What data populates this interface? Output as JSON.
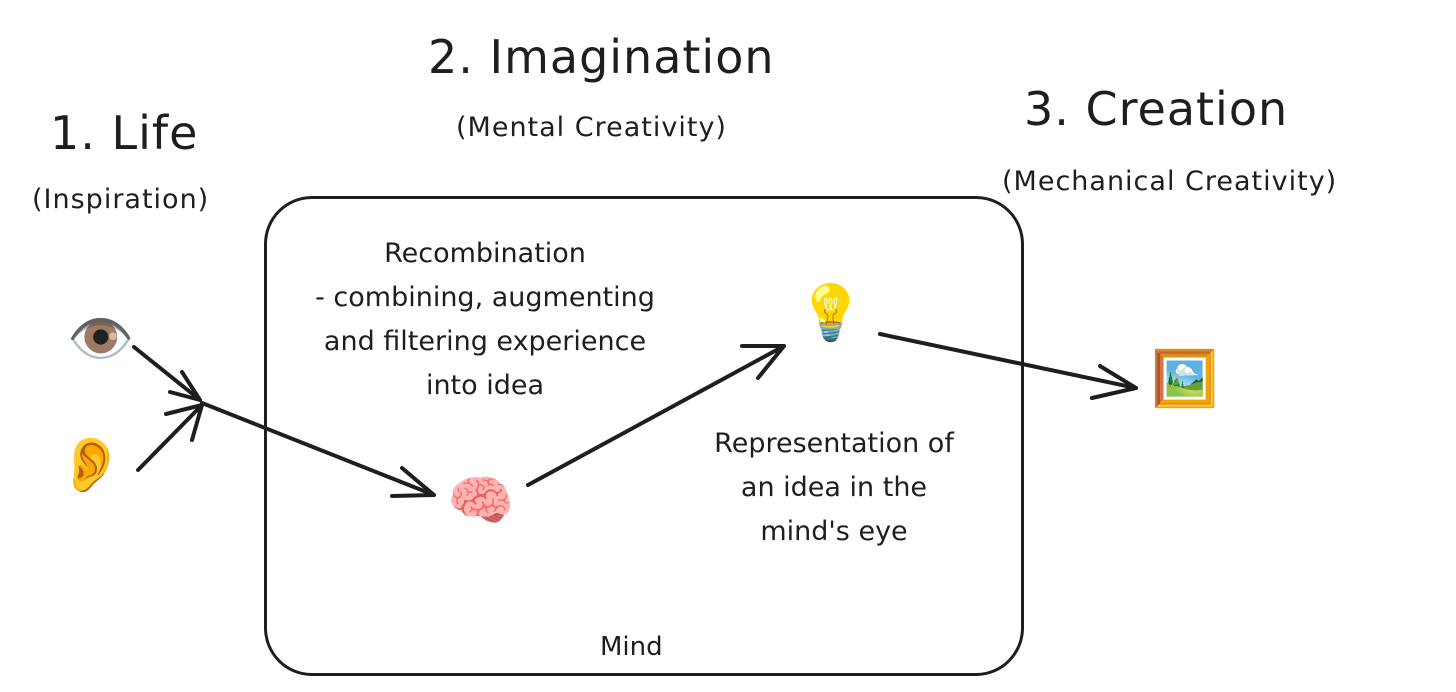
{
  "stages": {
    "life": {
      "title": "1. Life",
      "subtitle": "(Inspiration)"
    },
    "imagination": {
      "title": "2. Imagination",
      "subtitle": "(Mental Creativity)"
    },
    "creation": {
      "title": "3. Creation",
      "subtitle": "(Mechanical Creativity)"
    }
  },
  "notes": {
    "recombination_title": "Recombination",
    "recombination_line1": "- combining, augmenting",
    "recombination_line2": "and filtering experience",
    "recombination_line3": "into idea",
    "representation_line1": "Representation of",
    "representation_line2": "an idea in the",
    "representation_line3": "mind's eye"
  },
  "mind_label": "Mind",
  "icons": {
    "eye": "👁️",
    "ear": "👂",
    "brain": "🧠",
    "bulb": "💡",
    "picture": "🖼️"
  },
  "colors": {
    "stroke": "#1e1e1e",
    "background": "#ffffff"
  }
}
